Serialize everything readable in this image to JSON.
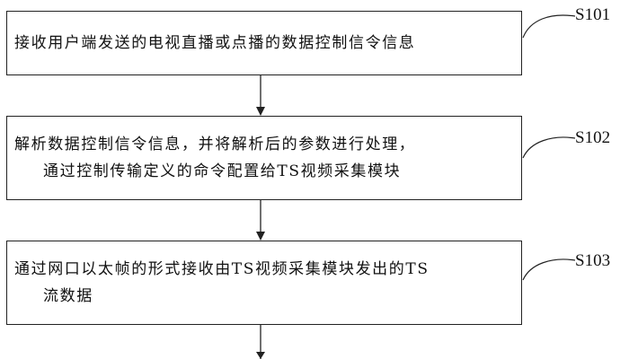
{
  "steps": [
    {
      "label": "S101",
      "line1": "接收用户端发送的电视直播或点播的数据控制信令信息",
      "line2": ""
    },
    {
      "label": "S102",
      "line1": "解析数据控制信令信息，并将解析后的参数进行处理，",
      "line2": "通过控制传输定义的命令配置给TS视频采集模块"
    },
    {
      "label": "S103",
      "line1": "通过网口以太帧的形式接收由TS视频采集模块发出的TS",
      "line2": "流数据"
    }
  ]
}
